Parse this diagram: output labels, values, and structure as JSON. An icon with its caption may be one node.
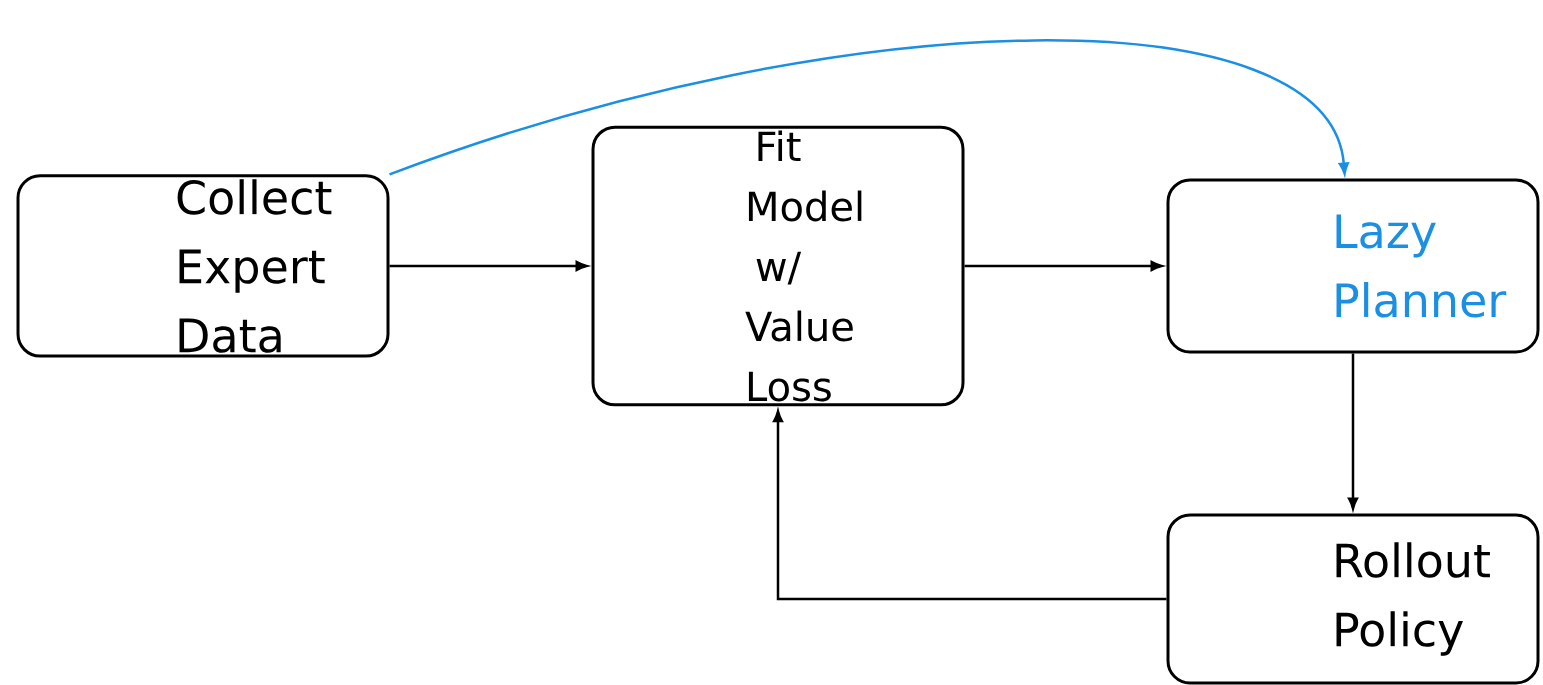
{
  "diagram": {
    "nodes": [
      {
        "text": [
          "Collect Expert Data"
        ]
      },
      {
        "text": [
          "Fit Model w/ Value Loss"
        ]
      },
      {
        "text": [
          "Lazy Planner"
        ]
      },
      {
        "text": [
          "Rollout Policy"
        ]
      }
    ],
    "edges": [
      {
        "from": 0,
        "to": 1,
        "arrow": "to"
      },
      {
        "from": 1,
        "to": 2,
        "arrow": "to"
      },
      {
        "from": 2,
        "to": 3,
        "arrow": "to"
      },
      {
        "from": 3,
        "to": 1,
        "arrow": "to"
      },
      {
        "from": 0,
        "to": 2,
        "arrow": "to",
        "color": "#1a8fe3"
      }
    ]
  }
}
